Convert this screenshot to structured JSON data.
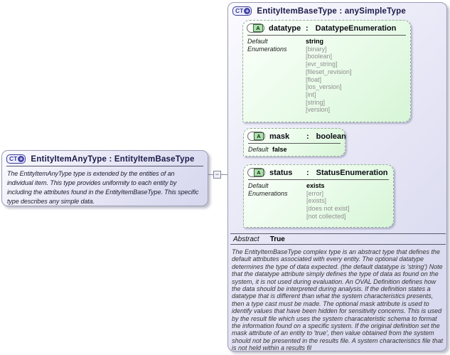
{
  "icons": {
    "ct_label": "CT",
    "ct_plus": "+",
    "attribute_label": "A"
  },
  "strings": {
    "colon": ":"
  },
  "connector": {
    "collapse_glyph": "−"
  },
  "left_box": {
    "title": "EntityItemAnyType : EntityItemBaseType",
    "description": "The EntityItemAnyType type is extended by the entities of an individual item. This type provides uniformity to each entity by including the attributes found in the EntityItemBaseType. This specific type describes any simple data."
  },
  "right_box": {
    "title": "EntityItemBaseType : anySimpleType",
    "attributes": [
      {
        "name": "datatype",
        "type": "DatatypeEnumeration",
        "default_label": "Default",
        "default_value": "string",
        "enum_label": "Enumerations",
        "enums": [
          "[binary]",
          "[boolean]",
          "[evr_string]",
          "[fileset_revision]",
          "[float]",
          "[ios_version]",
          "[int]",
          "[string]",
          "[version]"
        ]
      },
      {
        "name": "mask",
        "type": "boolean",
        "default_label": "Default",
        "default_value": "false"
      },
      {
        "name": "status",
        "type": "StatusEnumeration",
        "default_label": "Default",
        "default_value": "exists",
        "enum_label": "Enumerations",
        "enums": [
          "[error]",
          "[exists]",
          "[does not exist]",
          "[not collected]"
        ]
      }
    ],
    "abstract_label": "Abstract",
    "abstract_value": "True",
    "description": "The EntityItemBaseType complex type is an abstract type that defines the default attributes associated with every entity.  The optional datatype determines the type of data expected. (the default datatype is 'string') Note that the datatype attribute simply defines the type of data as found on the system, it is not used during evaluation.  An OVAL Definition defines how the data should be interpreted during analysis.  If the definition states a datatype that is different than what the system characteristics presents, then a type cast must be made.  The optional mask attribute is used to identify values that have been hidden for sensitivity concerns.  This is used by the result file which uses the system characateristic schema to format the information found on a specific system.  If the original definition set the mask attribute of an entity to 'true', then value obtained from the system should not be presented in the results file.  A system characteristics file that is not held within a results fil"
  }
}
